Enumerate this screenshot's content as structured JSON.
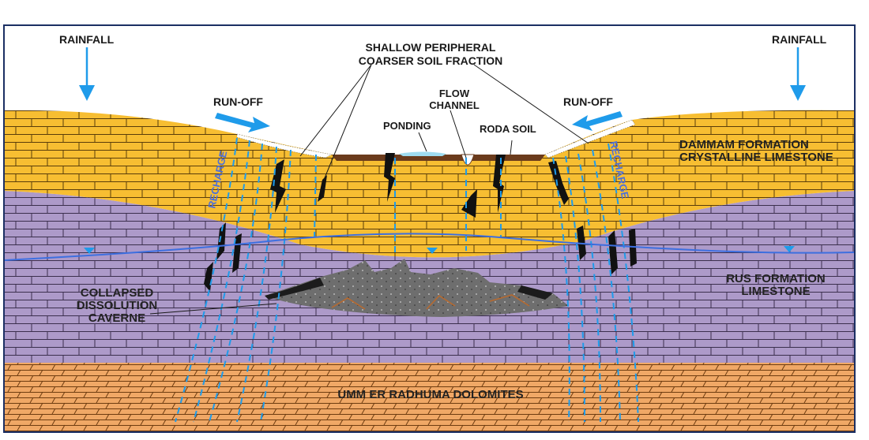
{
  "labels": {
    "rainfall_left": "RAINFALL",
    "rainfall_right": "RAINFALL",
    "shallow_line1": "SHALLOW PERIPHERAL",
    "shallow_line2": "COARSER SOIL FRACTION",
    "runoff_left": "RUN-OFF",
    "runoff_right": "RUN-OFF",
    "flow_line1": "FLOW",
    "flow_line2": "CHANNEL",
    "ponding": "PONDING",
    "roda_soil": "RODA SOIL",
    "dammam_line1": "DAMMAM FORMATION",
    "dammam_line2": "CRYSTALLINE LIMESTONE",
    "recharge_left": "RECHARGE",
    "recharge_right": "RECHARGE",
    "rus_line1": "RUS FORMATION",
    "rus_line2": "LIMESTONE",
    "collapsed_line1": "COLLAPSED",
    "collapsed_line2": "DISSOLUTION",
    "collapsed_line3": "CAVERNE",
    "umm_er_radhuma": "UMM ER RADHUMA DOLOMITES"
  },
  "colors": {
    "dammam_fill": "#f7be32",
    "rus_fill": "#ad9ac9",
    "umm_fill": "#f0a866",
    "water_arrows": "#1f9bea",
    "water_table": "#3d6fe0",
    "recharge_text": "#4d6fd8",
    "frame": "#1b2f63",
    "cavern": "#6e6e6e",
    "roda_soil": "#6b3b1c"
  }
}
